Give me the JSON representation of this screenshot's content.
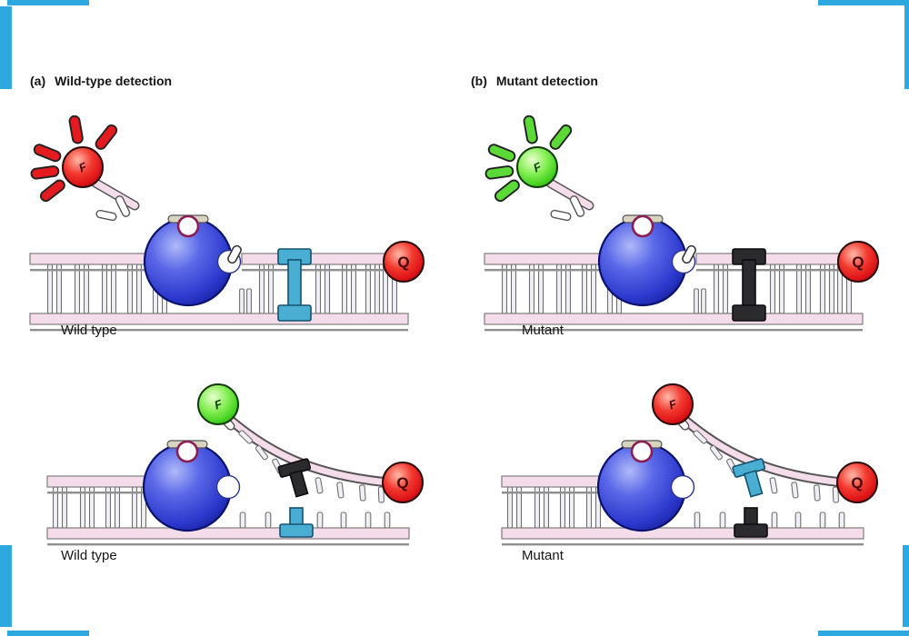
{
  "figure": {
    "frame_color": "#2ea9e0",
    "panels": [
      {
        "tag": "(a)",
        "title": "Wild-type detection",
        "burst": {
          "letter": "F",
          "color": "red"
        },
        "rows": [
          {
            "label": "Wild type",
            "quencher": "Q",
            "template_allele": "blue"
          },
          {
            "label": "Wild type",
            "quencher": "Q",
            "tip_letter": "F",
            "tip_color": "green",
            "probe_allele": "black",
            "template_allele": "blue"
          }
        ]
      },
      {
        "tag": "(b)",
        "title": "Mutant detection",
        "burst": {
          "letter": "F",
          "color": "green"
        },
        "rows": [
          {
            "label": "Mutant",
            "quencher": "Q",
            "template_allele": "black"
          },
          {
            "label": "Mutant",
            "quencher": "Q",
            "tip_letter": "F",
            "tip_color": "red",
            "probe_allele": "blue",
            "template_allele": "black"
          }
        ]
      }
    ],
    "palette": {
      "red": "#e31b1e",
      "red_edge": "#2a0a0a",
      "green": "#5bd936",
      "green_edge": "#123a0a",
      "blue_allele": "#4aaed2",
      "blue_allele_edge": "#15506e",
      "black_allele": "#2b2b2e",
      "black_allele_edge": "#0d0d10",
      "strand": "#f5dcea",
      "strand_edge": "#7d7d7d",
      "rung": "#f0eff5",
      "rung_edge": "#6e6e6e",
      "enzyme_edge": "#0a1270",
      "letter_on_red": "#42060a",
      "letter_on_green": "#0f4008"
    }
  }
}
